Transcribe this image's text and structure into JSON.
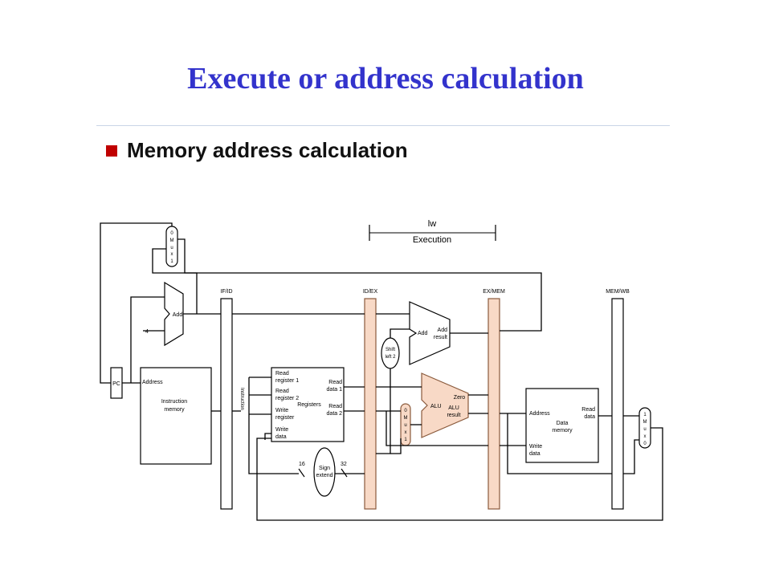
{
  "title": "Execute or address calculation",
  "bullet": "Memory address calculation",
  "diagram": {
    "bracket": {
      "top": "lw",
      "bottom": "Execution"
    },
    "pipeline_registers": {
      "ifid": "IF/ID",
      "idex": "ID/EX",
      "exmem": "EX/MEM",
      "memwb": "MEM/WB"
    },
    "pc": "PC",
    "four": "4",
    "pc_add": "Add",
    "pc_mux": [
      "0",
      "M",
      "u",
      "x",
      "1"
    ],
    "imem": {
      "address": "Address",
      "name_line1": "Instruction",
      "name_line2": "memory"
    },
    "instruction_label": "Instruction",
    "registers": {
      "read_reg1": [
        "Read",
        "register 1"
      ],
      "read_reg2": [
        "Read",
        "register 2"
      ],
      "write_reg": [
        "Write",
        "register"
      ],
      "write_data": [
        "Write",
        "data"
      ],
      "name": "Registers",
      "read_data1": [
        "Read",
        "data 1"
      ],
      "read_data2": [
        "Read",
        "data 2"
      ]
    },
    "sign_extend": {
      "line1": "Sign",
      "line2": "extend",
      "in_bits": "16",
      "out_bits": "32"
    },
    "shift": {
      "line1": "Shift",
      "line2": "left 2"
    },
    "branch_adder": {
      "add": "Add",
      "result_line1": "Add",
      "result_line2": "result"
    },
    "alu_mux": [
      "0",
      "M",
      "u",
      "x",
      "1"
    ],
    "alu": {
      "name": "ALU",
      "zero": "Zero",
      "result_line1": "ALU",
      "result_line2": "result"
    },
    "dmem": {
      "address": "Address",
      "read_data": [
        "Read",
        "data"
      ],
      "name": [
        "Data",
        "memory"
      ],
      "write_data": [
        "Write",
        "data"
      ]
    },
    "wb_mux": [
      "1",
      "M",
      "u",
      "x",
      "0"
    ],
    "colors": {
      "active": "#f8d9c6",
      "active_stroke": "#8a5a3c"
    }
  }
}
